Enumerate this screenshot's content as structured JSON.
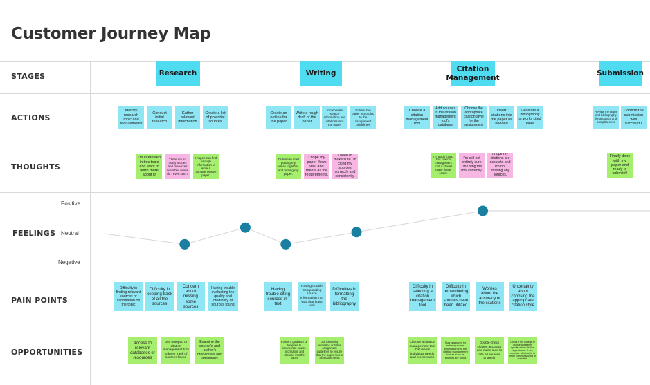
{
  "title": "Customer Journey Map",
  "rows": {
    "stages": "STAGES",
    "actions": "ACTIONS",
    "thoughts": "THOUGHTS",
    "feelings": "FEELINGS",
    "pain_points": "PAIN POINTS",
    "opportunities": "OPPORTUNITIES"
  },
  "feeling_scale": {
    "positive": "Positive",
    "neutral": "Neutral",
    "negative": "Negative"
  },
  "stages": [
    "Research",
    "Writing",
    "Citation Management",
    "Submission"
  ],
  "actions": [
    "Identify research topic and requirements",
    "Conduct initial research",
    "Gather relevant information",
    "Create a list of potential sources",
    "Create an outline for the paper",
    "Write a rough draft of the paper",
    "Incorporate source information and citations into the paper",
    "Format the paper according to the assignment guidelines",
    "Choose a citation management tool",
    "Add sources to the citation management tool's database",
    "Choose the appropriate citation style for the assignment",
    "Insert citations into the paper as needed",
    "Generate a bibliography or works cited page",
    "Review the paper and bibliography for accuracy and completeness",
    "Confirm the submission was successful"
  ],
  "thoughts": [
    "I'm interested in this topic and want to learn more about it!",
    "There are so many articles and resources available, where do I even start?",
    "I hope I can find enough information to write a comprehensive paper.",
    "It's time to start putting my ideas together and writing my paper.",
    "I hope my paper flows well and meets all the requirements.",
    "I need to make sure I'm citing my sources correctly and consistently.",
    "I'm glad I found this citation management tool, it should make things easier.",
    "I'm still not entirely sure I'm using the tool correctly.",
    "I hope my citations are accurate and I'm not missing any sources.",
    "Finally done with my paper and ready to submit it!"
  ],
  "feelings_curve": [
    {
      "stage": "Research",
      "x": 1.6,
      "value": -0.35
    },
    {
      "stage": "Writing",
      "x": 2.8,
      "value": 0.2
    },
    {
      "stage": "Writing",
      "x": 3.6,
      "value": -0.35
    },
    {
      "stage": "Citation Management",
      "x": 5.0,
      "value": 0.05
    },
    {
      "stage": "Submission",
      "x": 7.5,
      "value": 0.75
    }
  ],
  "pain_points": [
    "Difficulty in finding relevant sources or information on the topic",
    "Difficulty in keeping track of all the sources",
    "Concern about missing some sources",
    "Having trouble evaluating the quality and credibility of sources found",
    "Having trouble citing sources in-text",
    "Having trouble incorporating source information in a way that flows well",
    "Difficulties in formatting the bibliography",
    "Difficulty in selecting a citation management tool",
    "Difficulty in remembering which sources have been utilized",
    "Worries about the accuracy of the citations",
    "Uncertainty about choosing the appropriate citation style"
  ],
  "opportunities": [
    "Access to relevant databases or resources",
    "Use notepad or citation management tool to keep track of sources found",
    "Examine the source's and author's credentials and affiliations",
    "Follow a guidance or template to incorporate source information and citations into the paper",
    "Use formatting templates or follow assignment guidelines to ensure that the paper meets all requirements",
    "Choose a citation management tool that meets individual needs and preferences",
    "Stay organized by entering source information into the citation management tool as soon as sources are found",
    "Double-check citation accuracy and make sure to cite all sources properly",
    "Check if the college or course guidelines specify which citation style to use. If not, consider which style is most commonly used in your field"
  ],
  "colors": {
    "stage": "#4fdcf1",
    "action": "#8ee6f4",
    "thought_positive": "#a6ee6e",
    "thought_negative": "#f7b6e3",
    "pain_point": "#8ee6f4",
    "opportunity": "#a6ee6e",
    "curve_dot": "#1a7fa0"
  }
}
